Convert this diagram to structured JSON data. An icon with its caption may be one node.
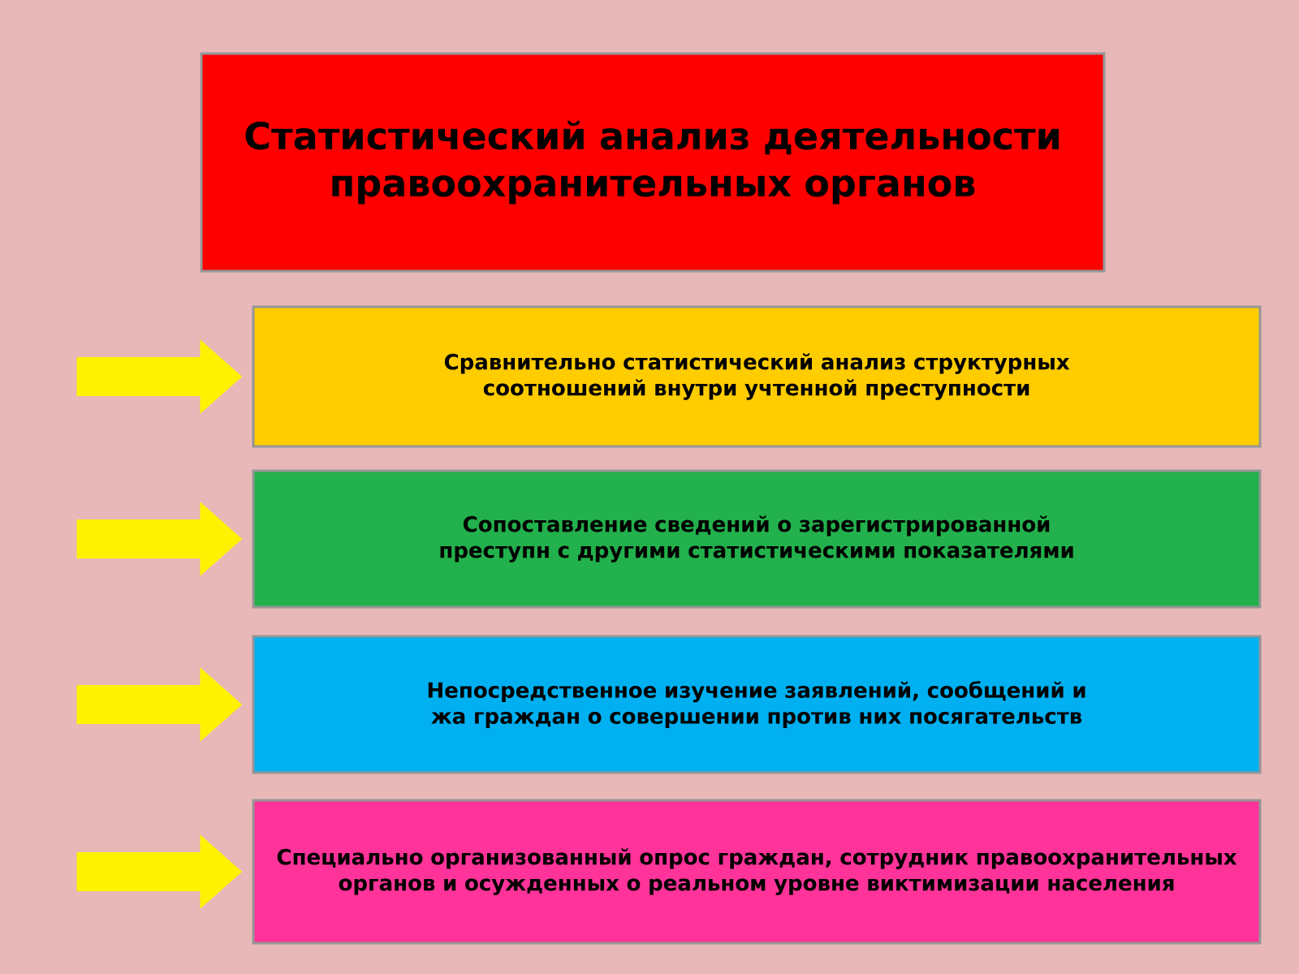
{
  "diagram": {
    "nodes": [
      {
        "text": [
          "Статистический анализ деятельности правоохранительных органов"
        ]
      },
      {
        "text": [
          "Сравнительно статистический анализ структурных соотношений внутри учтенной преступности"
        ]
      },
      {
        "text": [
          "Сопоставление сведений о зарегистрированной преступн с другими статистическими показателями"
        ]
      },
      {
        "text": [
          "Непосредственное изучение заявлений, сообщений и жа граждан о совершении против них посягательств"
        ]
      },
      {
        "text": [
          "Специально организованный опрос граждан, сотрудник правоохранительных органов и осужденных о реальном уровне виктимизации населения"
        ]
      }
    ],
    "edges": [
      {
        "from": null,
        "to": 1,
        "arrow": "to"
      },
      {
        "from": null,
        "to": 2,
        "arrow": "to"
      },
      {
        "from": null,
        "to": 3,
        "arrow": "to"
      },
      {
        "from": null,
        "to": 4,
        "arrow": "to"
      }
    ]
  }
}
